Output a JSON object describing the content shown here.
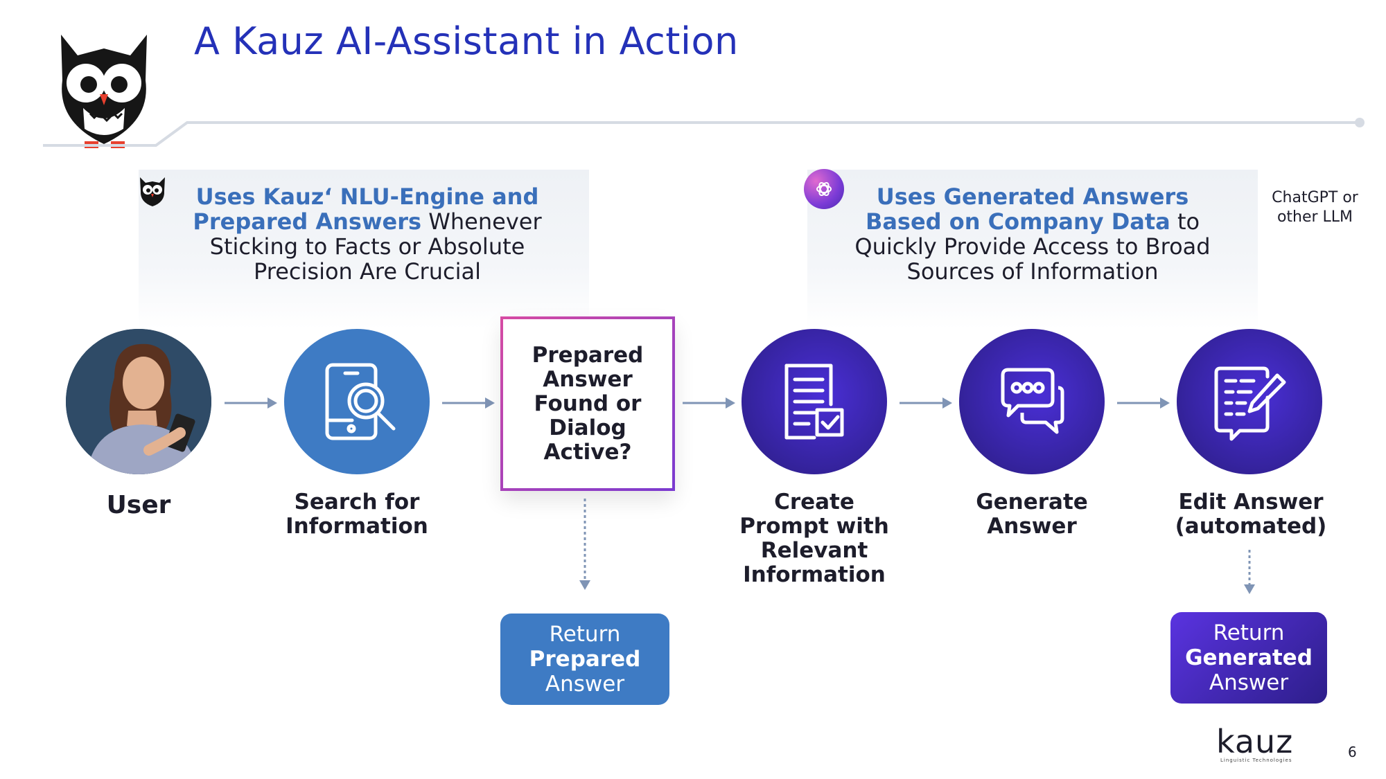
{
  "title": "A Kauz AI-Assistant in Action",
  "panel_left": {
    "highlight": "Uses Kauz‘ NLU-Engine and Prepared Answers",
    "rest": " Whenever Sticking to Facts or Absolute Precision Are Crucial"
  },
  "panel_right": {
    "highlight": "Uses Generated Answers Based on Company Data",
    "rest": " to Quickly Provide Access to Broad Sources of Information"
  },
  "llm_note": "ChatGPT or other LLM",
  "steps": {
    "user": "User",
    "search": "Search for Information",
    "decision": "Prepared Answer Found or Dialog Active?",
    "prompt": "Create Prompt with Relevant Information",
    "generate": "Generate Answer",
    "edit": "Edit Answer (automated)"
  },
  "results": {
    "prepared": {
      "line1": "Return",
      "line2": "Prepared",
      "line3": "Answer"
    },
    "generated": {
      "line1": "Return",
      "line2": "Generated",
      "line3": "Answer"
    }
  },
  "footer": {
    "brand": "kauz",
    "tagline": "Linguistic Technologies",
    "page_number": "6"
  },
  "colors": {
    "title": "#2431b8",
    "highlight": "#3a6fba",
    "blue": "#3e7bc4",
    "purple": "#35239e"
  }
}
